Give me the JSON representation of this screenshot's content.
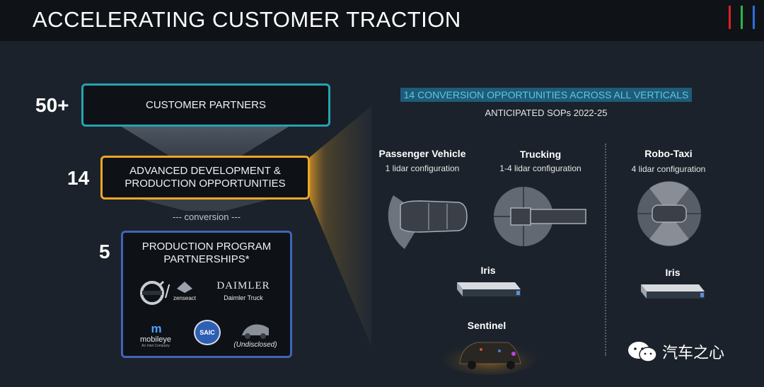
{
  "header": {
    "title": "ACCELERATING CUSTOMER TRACTION",
    "bar_colors": [
      "#e02020",
      "#2fb34a",
      "#2c6fe0"
    ]
  },
  "funnel": {
    "tier1": {
      "number": "50+",
      "label": "CUSTOMER PARTNERS",
      "color": "#25a3b0"
    },
    "tier2": {
      "number": "14",
      "label_line1": "ADVANCED DEVELOPMENT &",
      "label_line2": "PRODUCTION OPPORTUNITIES",
      "color": "#f0a528"
    },
    "conversion": "--- conversion ---",
    "tier3": {
      "number": "5",
      "label_line1": "PRODUCTION PROGRAM",
      "label_line2": "PARTNERSHIPS*",
      "color": "#4164b8"
    }
  },
  "partners": {
    "zenseact": "zenseact",
    "daimler": "DAIMLER",
    "daimler_sub": "Daimler Truck",
    "mobileye": "mobileye",
    "mobileye_sub": "An Intel Company",
    "saic": "SAIC",
    "undisclosed": "(Undisclosed)"
  },
  "opportunities": {
    "headline": "14 CONVERSION OPPORTUNITIES ACROSS ALL VERTICALS",
    "subhead": "ANTICIPATED SOPs 2022-25",
    "passenger": {
      "title": "Passenger Vehicle",
      "config": "1 lidar configuration"
    },
    "trucking": {
      "title": "Trucking",
      "config": "1-4 lidar configuration"
    },
    "robotaxi": {
      "title": "Robo-Taxi",
      "config": "4 lidar configuration"
    },
    "iris_left": "Iris",
    "iris_right": "Iris",
    "sentinel": "Sentinel"
  },
  "watermark": "汽车之心",
  "colors": {
    "accent_teal": "#25a3b0",
    "accent_orange": "#f0a528",
    "accent_blue": "#4164b8",
    "highlight_bg": "#1e5c78"
  }
}
